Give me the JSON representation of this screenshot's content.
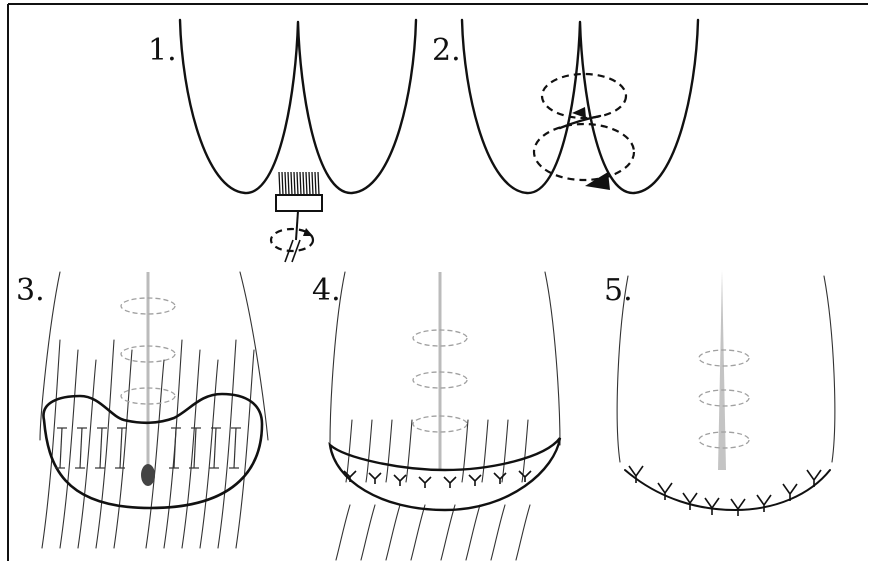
{
  "panels": [
    {
      "label": "1."
    },
    {
      "label": "2."
    },
    {
      "label": "3."
    },
    {
      "label": "4."
    },
    {
      "label": "5."
    }
  ],
  "colors": {
    "ink": "#111111",
    "paper": "#ffffff",
    "shade": "#bdbdbd"
  }
}
